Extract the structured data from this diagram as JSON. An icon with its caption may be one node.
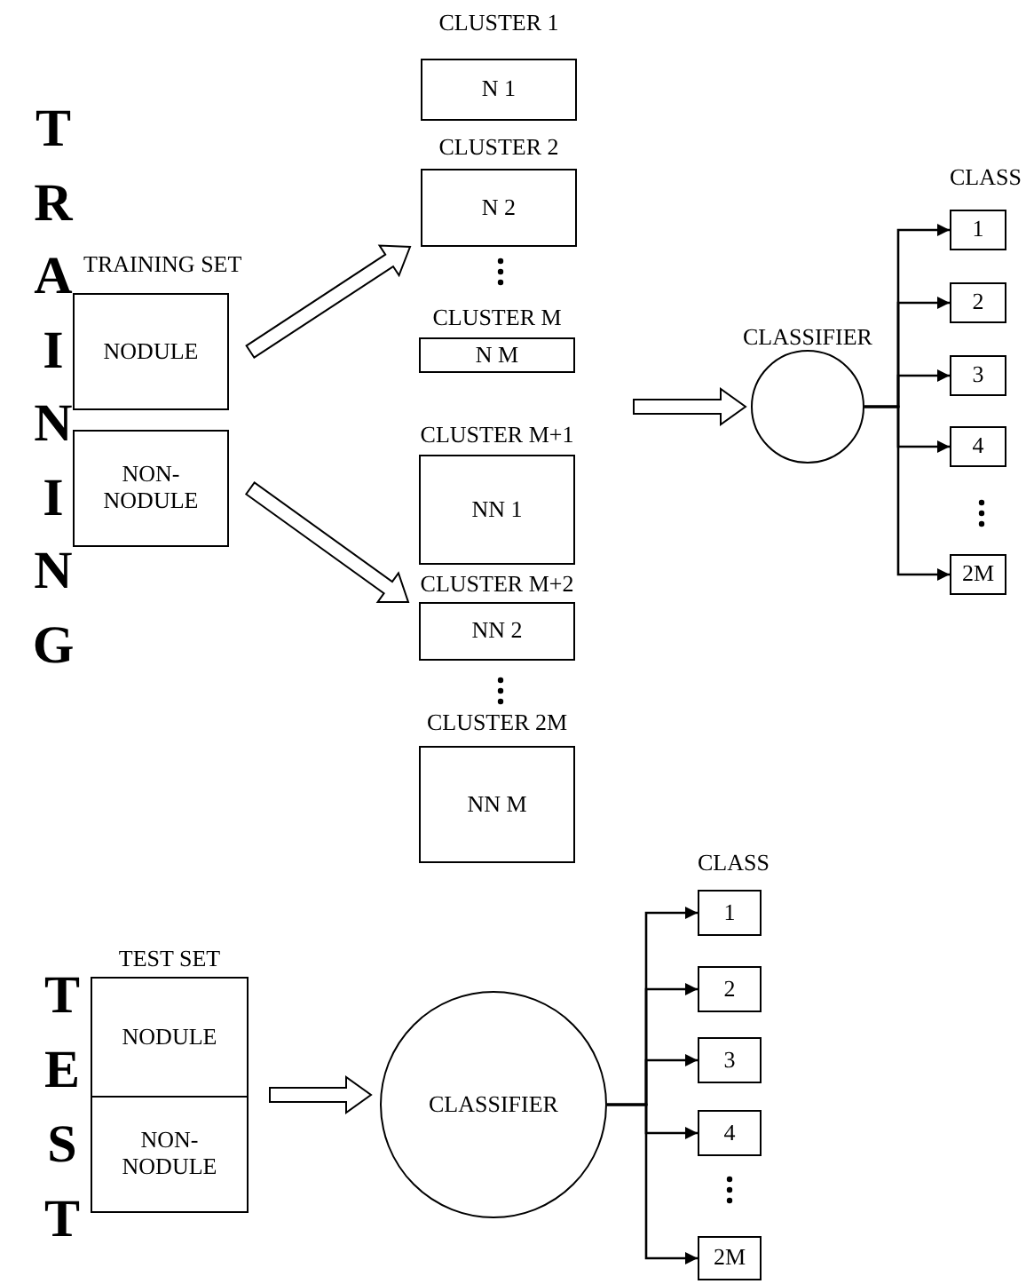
{
  "diagram": {
    "nodes": [
      {
        "text": [
          "NODULE"
        ]
      },
      {
        "text": [
          "NON- NODULE"
        ]
      },
      {
        "text": [
          "CLUSTER 1",
          "N 1"
        ]
      },
      {
        "text": [
          "CLUSTER 2",
          "N 2"
        ]
      },
      {
        "text": [
          "CLUSTER M",
          "N M"
        ]
      },
      {
        "text": [
          "CLUSTER M+1",
          "NN 1"
        ]
      },
      {
        "text": [
          "CLUSTER M+2",
          "NN 2"
        ]
      },
      {
        "text": [
          "CLUSTER 2M",
          "NN M"
        ]
      },
      {
        "text": [
          "CLASSIFIER"
        ]
      },
      {
        "text": [
          "1"
        ]
      },
      {
        "text": [
          "2"
        ]
      },
      {
        "text": [
          "3"
        ]
      },
      {
        "text": [
          "4"
        ]
      },
      {
        "text": [
          "2M"
        ]
      },
      {
        "text": [
          "TEST SET"
        ]
      },
      {
        "text": [
          "NODULE"
        ],
        "in": 14
      },
      {
        "text": [
          "NON- NODULE"
        ],
        "in": 14
      },
      {
        "text": [
          "CLASSIFIER"
        ]
      },
      {
        "text": [
          "1"
        ]
      },
      {
        "text": [
          "2"
        ]
      },
      {
        "text": [
          "3"
        ]
      },
      {
        "text": [
          "4"
        ]
      },
      {
        "text": [
          "2M"
        ]
      }
    ],
    "edges": [
      {
        "from": 0,
        "to": 3,
        "arrow": "to",
        "style": "thick"
      },
      {
        "from": 1,
        "to": 6,
        "arrow": "to",
        "style": "thick"
      },
      {
        "from": null,
        "to": 8,
        "arrow": "to",
        "style": "thick"
      },
      {
        "from": 8,
        "to": 9,
        "arrow": "to"
      },
      {
        "from": 8,
        "to": 10,
        "arrow": "to"
      },
      {
        "from": 8,
        "to": 11,
        "arrow": "to"
      },
      {
        "from": 8,
        "to": 12,
        "arrow": "to"
      },
      {
        "from": 8,
        "to": 13,
        "arrow": "to"
      },
      {
        "from": 14,
        "to": 17,
        "arrow": "to",
        "style": "thick"
      },
      {
        "from": 17,
        "to": 18,
        "arrow": "to"
      },
      {
        "from": 17,
        "to": 19,
        "arrow": "to"
      },
      {
        "from": 17,
        "to": 20,
        "arrow": "to"
      },
      {
        "from": 17,
        "to": 21,
        "arrow": "to"
      },
      {
        "from": 17,
        "to": 22,
        "arrow": "to"
      }
    ],
    "labels": [
      "TRAINING",
      "TRAINING SET",
      "CLASS",
      "CLASS",
      "TEST"
    ]
  }
}
